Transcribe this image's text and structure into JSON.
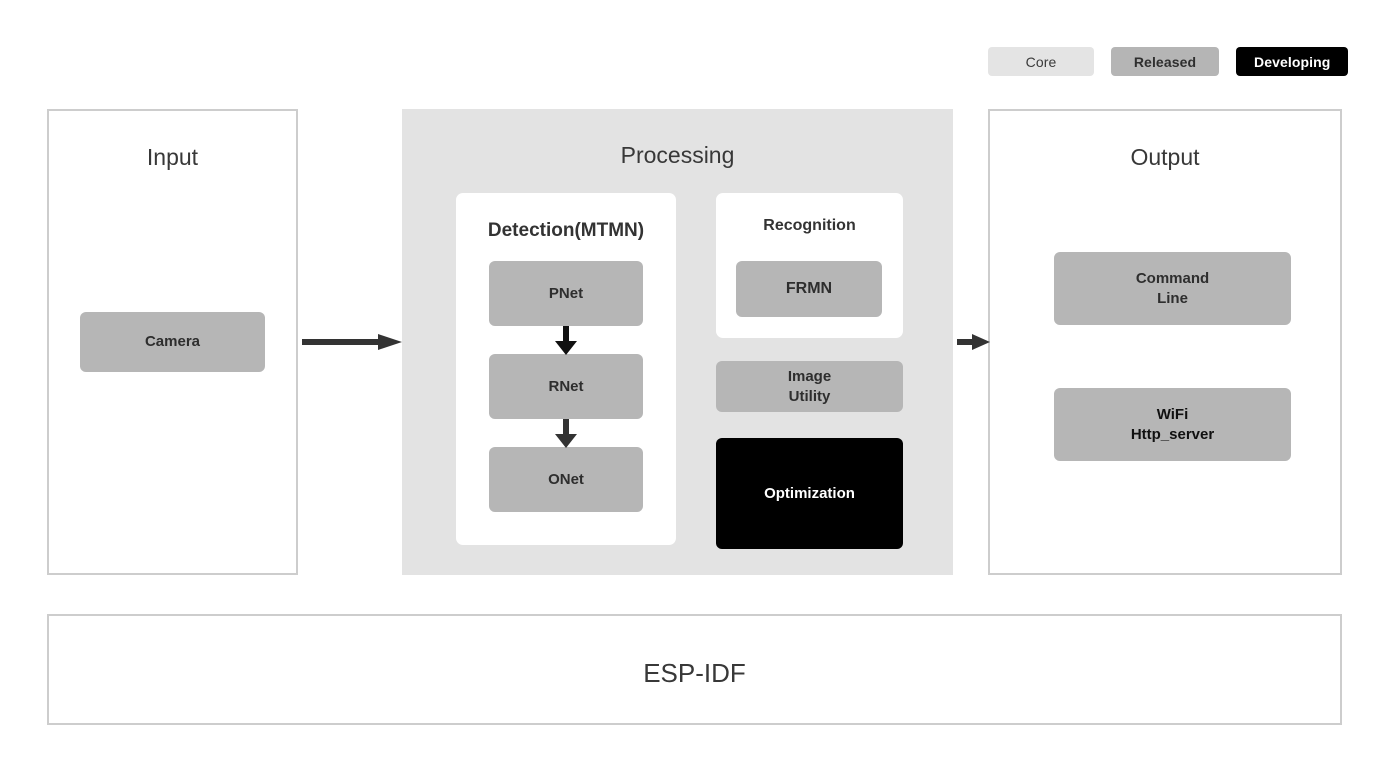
{
  "legend": {
    "items": [
      {
        "label": "Core",
        "style": "core",
        "color": "#e4e4e4"
      },
      {
        "label": "Released",
        "style": "released",
        "color": "#b5b5b5"
      },
      {
        "label": "Developing",
        "style": "developing",
        "color": "#000000"
      }
    ]
  },
  "panels": {
    "input": {
      "title": "Input"
    },
    "processing": {
      "title": "Processing"
    },
    "output": {
      "title": "Output"
    },
    "framework": {
      "title": "ESP-IDF"
    }
  },
  "input": {
    "camera": "Camera"
  },
  "processing": {
    "detection": {
      "title": "Detection(MTMN)",
      "stages": [
        "PNet",
        "RNet",
        "ONet"
      ]
    },
    "recognition": {
      "title": "Recognition",
      "model": "FRMN"
    },
    "image_utility": "Image\nUtility",
    "optimization": "Optimization"
  },
  "output": {
    "command_line": "Command\nLine",
    "wifi_http": "WiFi\nHttp_server"
  },
  "icons": {
    "arrow_input_to_processing": "arrow-right-icon",
    "arrow_processing_to_output": "arrow-right-icon",
    "arrow_pnet_to_rnet": "arrow-down-icon",
    "arrow_rnet_to_onet": "arrow-down-icon"
  },
  "colors": {
    "core": "#e3e3e3",
    "released": "#b6b6b6",
    "developing": "#000000",
    "panel_border": "#cdcdcd",
    "text": "#333333",
    "arrow": "#333333"
  }
}
